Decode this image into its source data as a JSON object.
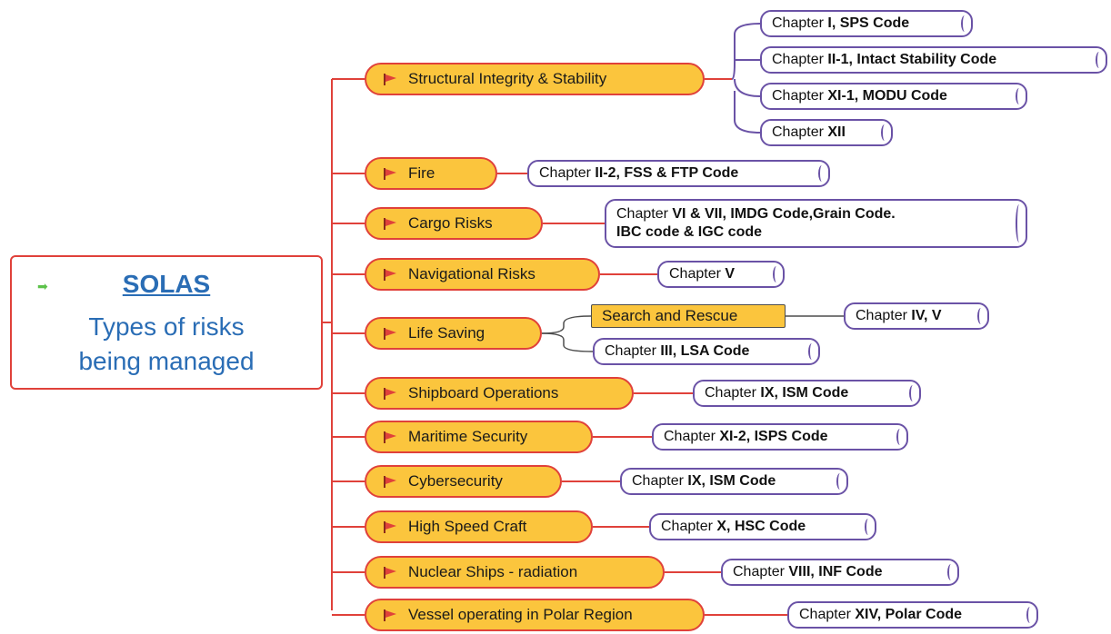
{
  "root": {
    "title": "SOLAS",
    "subtitle_line1": "Types of risks",
    "subtitle_line2": "being managed"
  },
  "topics": [
    {
      "label": "Structural Integrity & Stability"
    },
    {
      "label": "Fire"
    },
    {
      "label": "Cargo Risks"
    },
    {
      "label": "Navigational Risks"
    },
    {
      "label": "Life Saving"
    },
    {
      "label": "Shipboard Operations"
    },
    {
      "label": "Maritime Security"
    },
    {
      "label": "Cybersecurity"
    },
    {
      "label": "High Speed Craft"
    },
    {
      "label": "Nuclear Ships - radiation"
    },
    {
      "label": "Vessel operating in Polar Region"
    }
  ],
  "subtopics": [
    {
      "label": "Search and Rescue"
    }
  ],
  "chapters": [
    {
      "prefix": "Chapter ",
      "bold": "I, SPS Code"
    },
    {
      "prefix": "Chapter ",
      "bold": "II-1, Intact Stability Code"
    },
    {
      "prefix": "Chapter ",
      "bold": "XI-1, MODU Code"
    },
    {
      "prefix": "Chapter ",
      "bold": "XII"
    },
    {
      "prefix": "Chapter ",
      "bold": "II-2, FSS & FTP Code"
    },
    {
      "prefix": "Chapter ",
      "bold": "VI & VII, IMDG Code,Grain Code.",
      "line2": "IBC code & IGC code"
    },
    {
      "prefix": "Chapter ",
      "bold": "V"
    },
    {
      "prefix": "Chapter ",
      "bold": "IV, V"
    },
    {
      "prefix": "Chapter ",
      "bold": "III, LSA Code"
    },
    {
      "prefix": "Chapter ",
      "bold": "IX, ISM Code"
    },
    {
      "prefix": "Chapter ",
      "bold": "XI-2, ISPS Code"
    },
    {
      "prefix": "Chapter ",
      "bold": "IX, ISM Code"
    },
    {
      "prefix": "Chapter ",
      "bold": "X, HSC Code"
    },
    {
      "prefix": "Chapter ",
      "bold": "VIII, INF Code"
    },
    {
      "prefix": "Chapter ",
      "bold": "XIV, Polar Code"
    }
  ],
  "colors": {
    "topic_fill": "#fbc53d",
    "topic_border": "#e0413a",
    "chapter_border": "#6a52a6",
    "root_text": "#2a6db5"
  },
  "icons": {
    "topic": "red-flag-icon",
    "root": "green-arrow-icon"
  }
}
